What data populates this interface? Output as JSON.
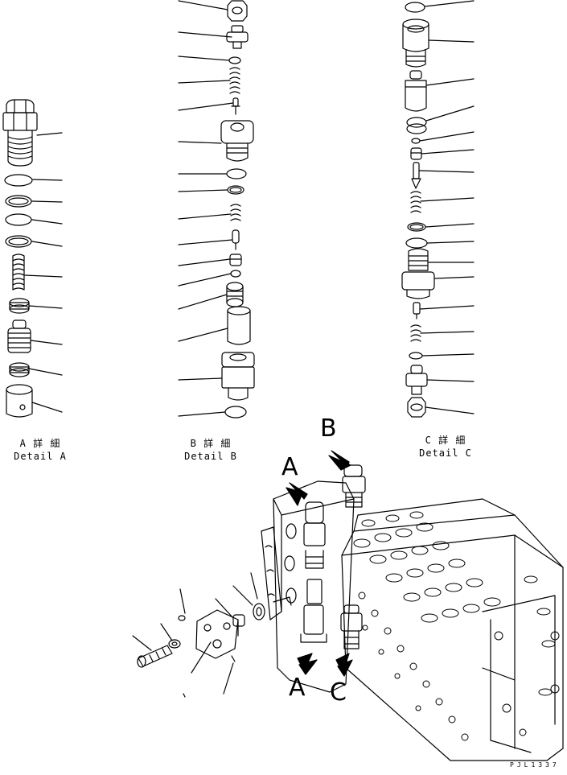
{
  "details": [
    {
      "label_jp": "A 詳 細",
      "label_en": "Detail A"
    },
    {
      "label_jp": "B 詳 細",
      "label_en": "Detail B"
    },
    {
      "label_jp": "C 詳 細",
      "label_en": "Detail C"
    }
  ],
  "callouts": {
    "b_top": "B",
    "a_top": "A",
    "a_bottom": "A",
    "c_bottom": "C"
  },
  "drawing_code": "PJL1337"
}
